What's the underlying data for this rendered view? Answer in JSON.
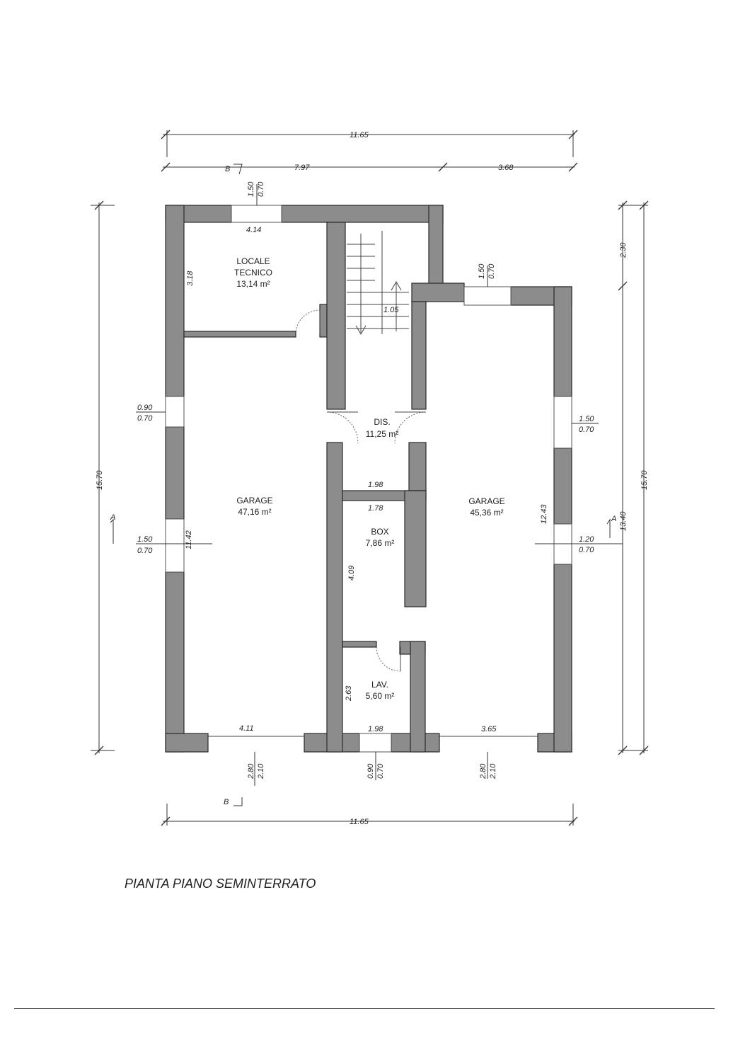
{
  "title": "PIANTA PIANO SEMINTERRATO",
  "rooms": {
    "locale_tecnico": {
      "name_line1": "LOCALE",
      "name_line2": "TECNICO",
      "area": "13,14 m²"
    },
    "garage_left": {
      "name": "GARAGE",
      "area": "47,16 m²"
    },
    "dis": {
      "name": "DIS.",
      "area": "11,25 m²"
    },
    "box": {
      "name": "BOX",
      "area": "7,86 m²"
    },
    "lav": {
      "name": "LAV.",
      "area": "5,60 m²"
    },
    "garage_right": {
      "name": "GARAGE",
      "area": "45,36 m²"
    }
  },
  "dimensions": {
    "top_total": "11.65",
    "top_left": "7.97",
    "top_right": "3.68",
    "bottom_total": "11.65",
    "left_total": "15.70",
    "right_total": "15.70",
    "right_upper": "2.30",
    "right_lower": "13.40",
    "lt_width": "4.14",
    "lt_height": "3.18",
    "stair_width": "1.05",
    "gl_height": "11.42",
    "gl_width": "4.11",
    "dis_width": "1.98",
    "box_width": "1.78",
    "box_height": "4.09",
    "lav_height": "2.63",
    "lav_width": "1.98",
    "gr_height": "12.43",
    "gr_width": "3.65"
  },
  "openings": {
    "top_left": {
      "w": "1.50",
      "h": "0.70"
    },
    "top_right": {
      "w": "1.50",
      "h": "0.70"
    },
    "left_upper": {
      "w": "0.90",
      "h": "0.70"
    },
    "left_lower": {
      "w": "1.50",
      "h": "0.70"
    },
    "right_upper": {
      "w": "1.50",
      "h": "0.70"
    },
    "right_lower": {
      "w": "1.20",
      "h": "0.70"
    },
    "bottom_left": {
      "w": "2.80",
      "h": "2.10"
    },
    "bottom_mid": {
      "w": "0.90",
      "h": "0.70"
    },
    "bottom_right": {
      "w": "2.80",
      "h": "2.10"
    }
  },
  "section_marks": {
    "a": "A",
    "b": "B"
  }
}
